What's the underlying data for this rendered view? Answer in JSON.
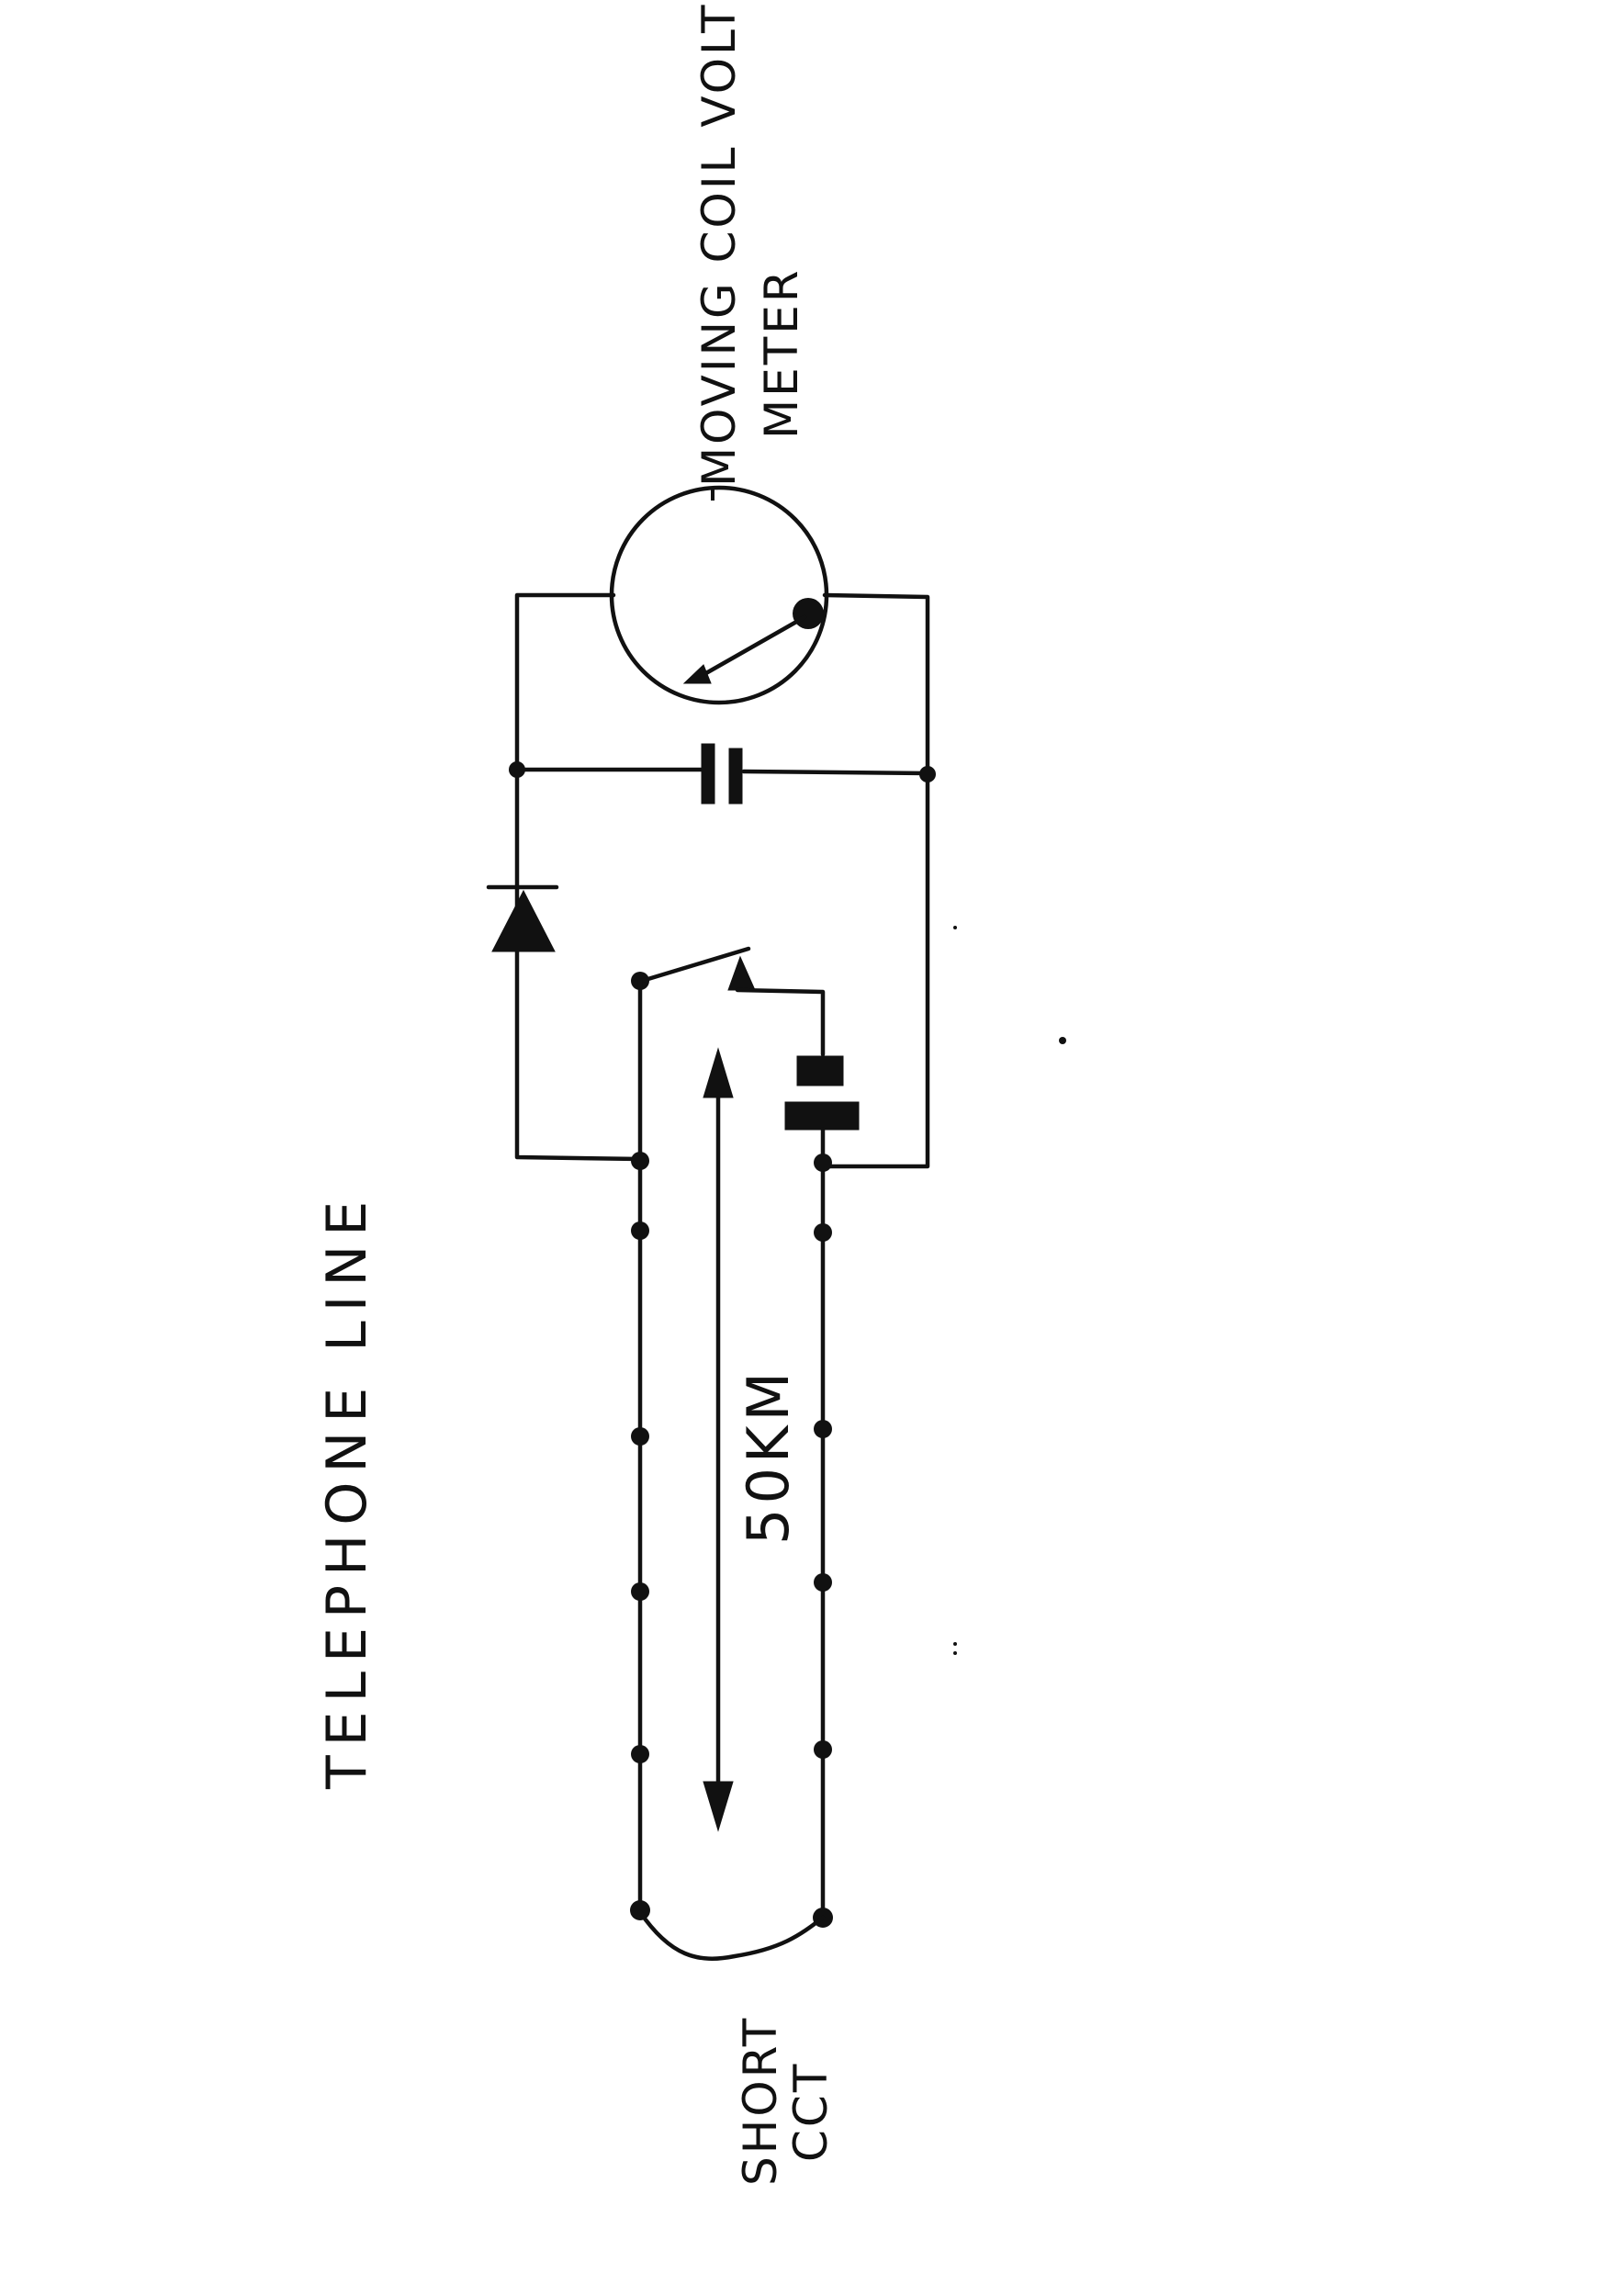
{
  "labels": {
    "title": "TELEPHONE LINE",
    "meter_line1": "MOVING COIL VOLT",
    "meter_line2": "METER",
    "distance": "50KM",
    "short_line1": "SHORT",
    "short_line2": "CCT"
  },
  "colors": {
    "ink": "#111111",
    "paper": "#ffffff"
  }
}
